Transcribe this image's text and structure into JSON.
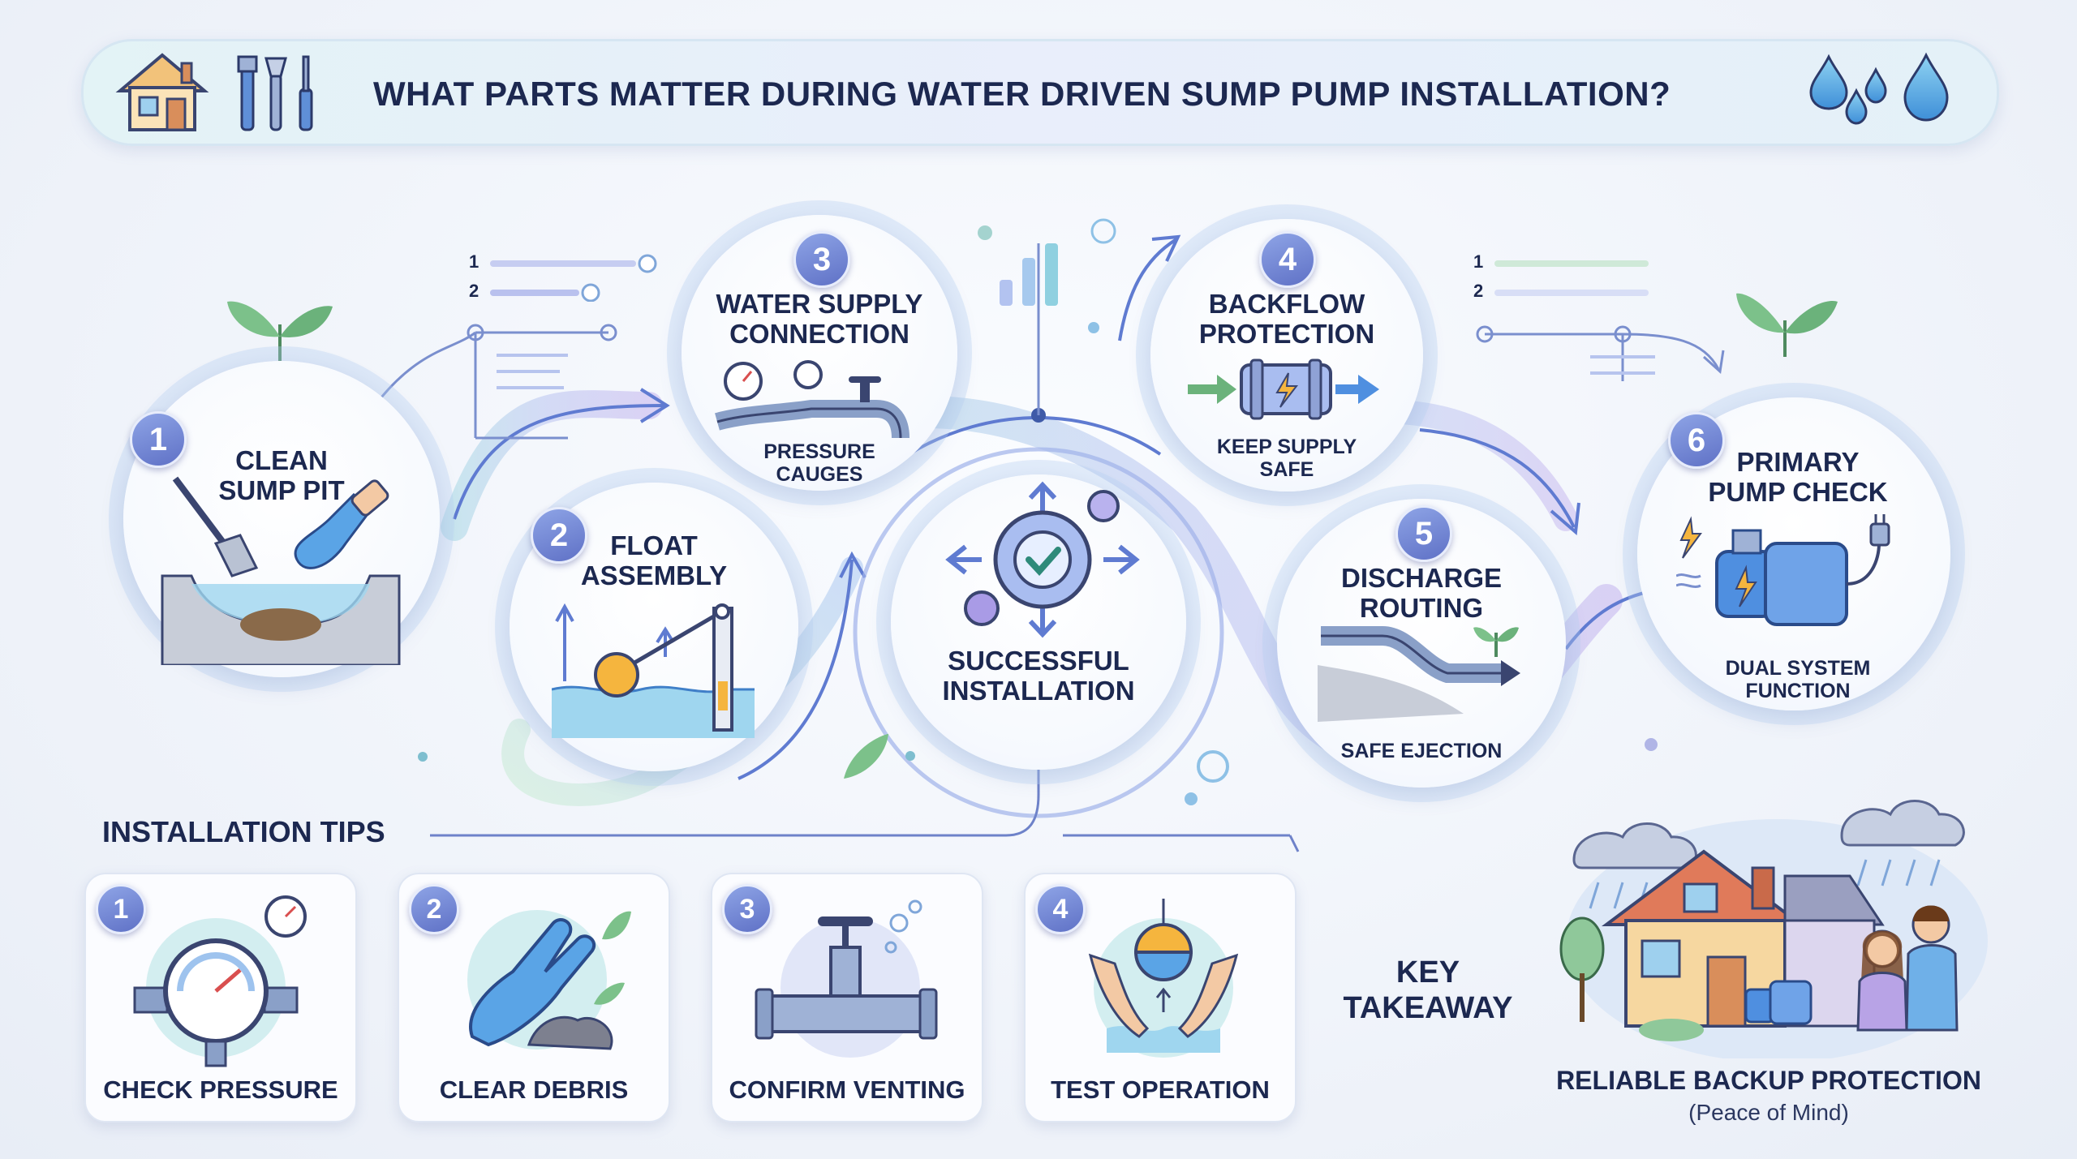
{
  "title": "WHAT PARTS MATTER DURING WATER DRIVEN SUMP PUMP INSTALLATION?",
  "steps": [
    {
      "number": "1",
      "label_line1": "CLEAN",
      "label_line2": "SUMP PIT",
      "caption": ""
    },
    {
      "number": "2",
      "label_line1": "FLOAT",
      "label_line2": "ASSEMBLY",
      "caption": ""
    },
    {
      "number": "3",
      "label_line1": "WATER SUPPLY",
      "label_line2": "CONNECTION",
      "caption_line1": "PRESSURE",
      "caption_line2": "CAUGES"
    },
    {
      "number": "4",
      "label_line1": "BACKFLOW",
      "label_line2": "PROTECTION",
      "caption_line1": "KEEP SUPPLY",
      "caption_line2": "SAFE"
    },
    {
      "number": "5",
      "label_line1": "DISCHARGE",
      "label_line2": "ROUTING",
      "caption_line1": "SAFE EJECTION",
      "caption_line2": ""
    },
    {
      "number": "6",
      "label_line1": "PRIMARY",
      "label_line2": "PUMP CHECK",
      "caption_line1": "DUAL SYSTEM",
      "caption_line2": "FUNCTION"
    }
  ],
  "center": {
    "line1": "SUCCESSFUL",
    "line2": "INSTALLATION"
  },
  "side_lists": {
    "left": [
      "1",
      "2"
    ],
    "right": [
      "1",
      "2"
    ]
  },
  "tips": {
    "title": "INSTALLATION TIPS",
    "items": [
      {
        "number": "1",
        "label": "CHECK PRESSURE"
      },
      {
        "number": "2",
        "label": "CLEAR DEBRIS"
      },
      {
        "number": "3",
        "label": "CONFIRM VENTING"
      },
      {
        "number": "4",
        "label": "TEST OPERATION"
      }
    ]
  },
  "key_takeaway": {
    "title_line1": "KEY",
    "title_line2": "TAKEAWAY",
    "main": "RELIABLE BACKUP PROTECTION",
    "sub": "(Peace of Mind)"
  },
  "colors": {
    "accent": "#6f7fd6",
    "text": "#1c2850",
    "teal": "#78c6c9",
    "green": "#7cc18a",
    "blue": "#4f8fe0"
  }
}
